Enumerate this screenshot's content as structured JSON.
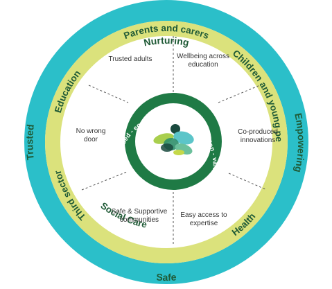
{
  "outer_ring": {
    "top": "Nurturing",
    "right": "Empowering",
    "bottom": "Safe",
    "left": "Trusted"
  },
  "middle_ring": {
    "top": "Parents and carers",
    "top_right": "Children and young people",
    "bottom_right": "Health",
    "bottom": "Social Care",
    "left_lower": "Third sector",
    "left_upper": "Education"
  },
  "inner_ring": {
    "text": "psychologically informed - rights based - equity diversity and inclusion - values led - child development -"
  },
  "segments": {
    "top_left": "Trusted adults",
    "top_right": "Wellbeing across education",
    "right": "Co-produced innovations",
    "bottom_right": "Easy access to expertise",
    "bottom_left": "Safe & Supportive communities",
    "left": "No wrong door"
  },
  "colors": {
    "outer_ring": "#2bbfc9",
    "middle_ring": "#dbe27c",
    "inner_ring": "#1f7a45",
    "text_dark": "#1f5a36"
  },
  "icons": {
    "center_logo": "leaf-cluster-logo"
  }
}
